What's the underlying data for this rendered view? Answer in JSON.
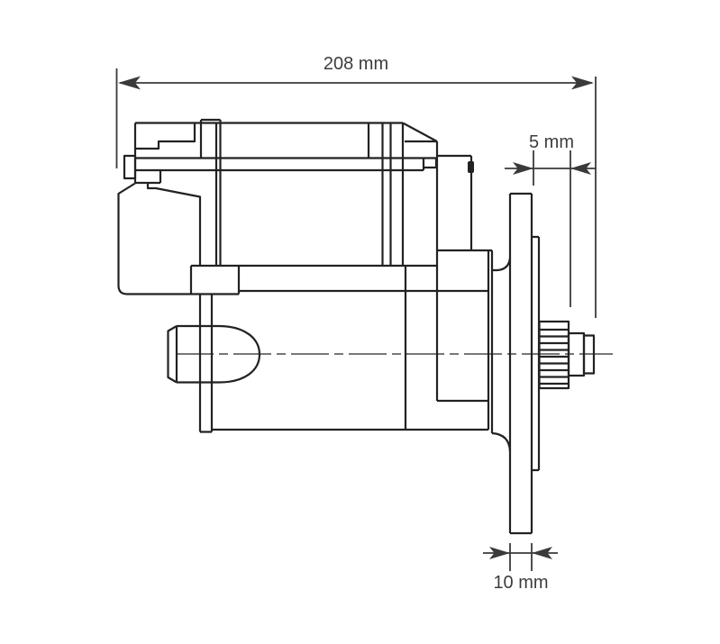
{
  "figure": {
    "type": "technical-dimension-drawing",
    "subject": "starter-motor-side-view",
    "dimensions": {
      "overall_length": {
        "label": "208 mm",
        "value": 208,
        "unit": "mm"
      },
      "pinion_projection": {
        "label": "5 mm",
        "value": 5,
        "unit": "mm"
      },
      "flange_thickness": {
        "label": "10 mm",
        "value": 10,
        "unit": "mm"
      }
    },
    "colors": {
      "line": "#222222",
      "dimension_line": "#3a3a3a",
      "label_text": "#3d3d3d",
      "background": "#ffffff"
    }
  }
}
